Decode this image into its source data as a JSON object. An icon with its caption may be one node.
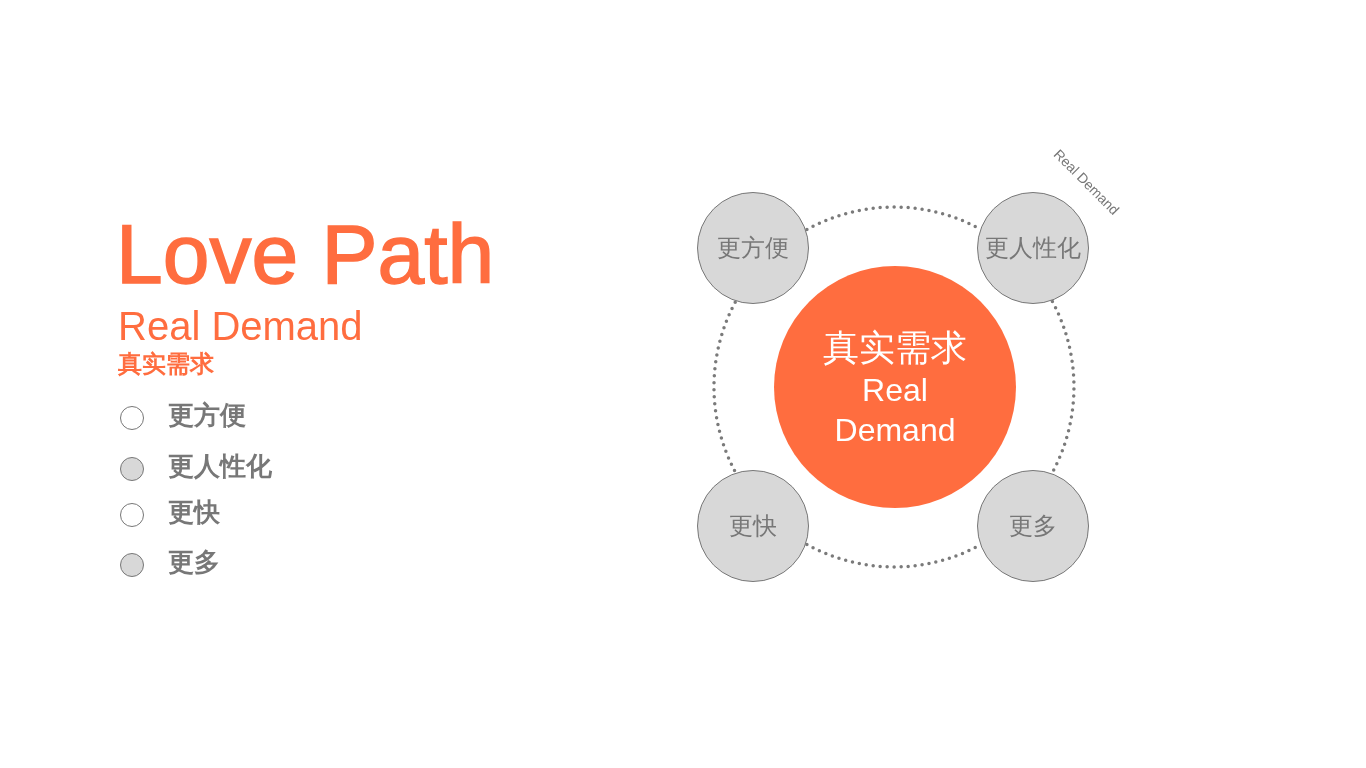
{
  "diagram": {
    "title": "Love Path",
    "nodes": [
      {
        "text": [
          "更方便"
        ]
      },
      {
        "text": [
          "更人性化"
        ]
      },
      {
        "text": [
          "真实需求",
          "Real Demand"
        ]
      },
      {
        "text": [
          "更快"
        ]
      },
      {
        "text": [
          "更多"
        ]
      }
    ],
    "edges": [
      {
        "from": 0,
        "to": 1,
        "arrow": "none",
        "style": "dashed"
      },
      {
        "from": 1,
        "to": 4,
        "arrow": "none",
        "style": "dashed"
      },
      {
        "from": 3,
        "to": 4,
        "arrow": "none",
        "style": "dashed"
      },
      {
        "from": 0,
        "to": 3,
        "arrow": "none",
        "style": "dashed"
      }
    ],
    "labels": [
      "Real Demand",
      "真实需求",
      "更方便",
      "更人性化",
      "更快",
      "更多",
      "Real Demand"
    ]
  }
}
